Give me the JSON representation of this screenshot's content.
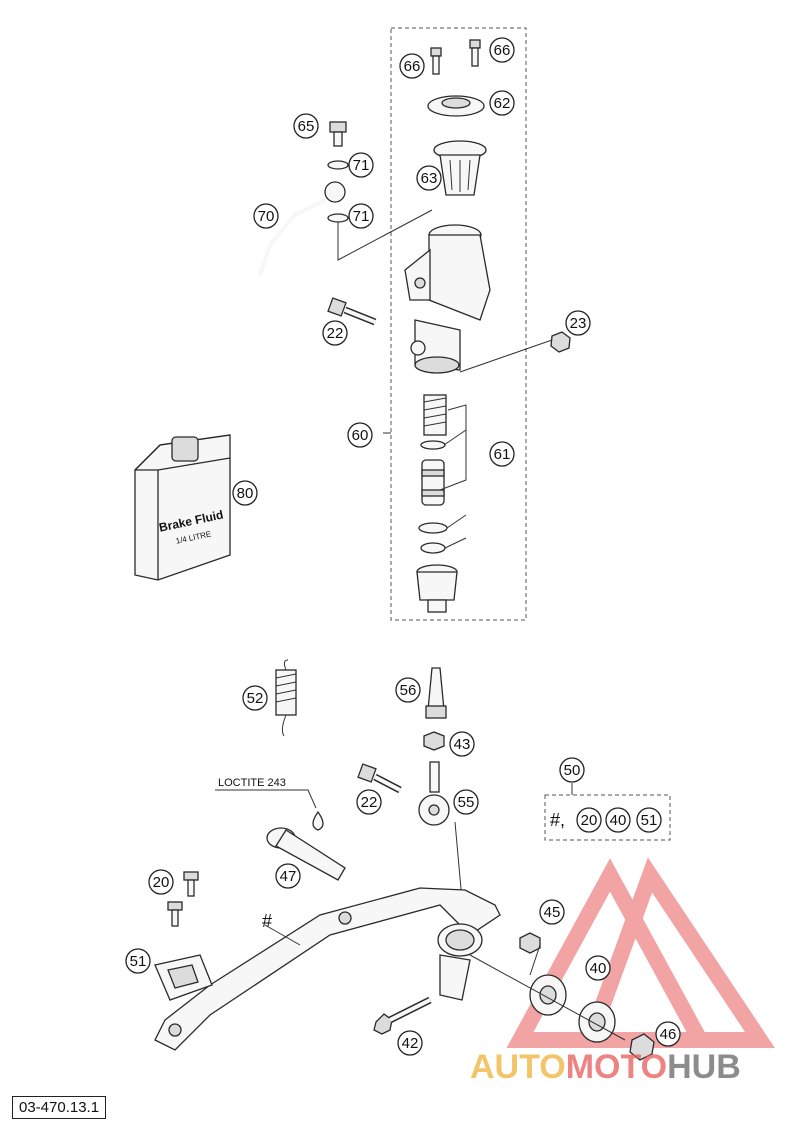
{
  "diagram": {
    "reference_code": "03-470.13.1",
    "note_label": "LOCTITE 243",
    "hash_symbol": "#",
    "kit_items": "#,",
    "can_label_line1": "Brake Fluid",
    "can_label_line2": "1/4 LITRE",
    "callouts": {
      "c66a": "66",
      "c66b": "66",
      "c62": "62",
      "c65": "65",
      "c71a": "71",
      "c63": "63",
      "c70": "70",
      "c71b": "71",
      "c22a": "22",
      "c23": "23",
      "c60": "60",
      "c61": "61",
      "c80": "80",
      "c52": "52",
      "c56": "56",
      "c43": "43",
      "c50": "50",
      "c22b": "22",
      "c55": "55",
      "c20kit": "20",
      "c40kit": "40",
      "c51kit": "51",
      "c47": "47",
      "c20": "20",
      "c45": "45",
      "c40": "40",
      "c51": "51",
      "c42": "42",
      "c46": "46"
    }
  },
  "watermark": {
    "part1": "AUTO",
    "part2": "MOTO",
    "part3": "HUB",
    "color_primary": "#e85a5a",
    "color_secondary": "#f0b23a",
    "color_dark": "#666666"
  }
}
